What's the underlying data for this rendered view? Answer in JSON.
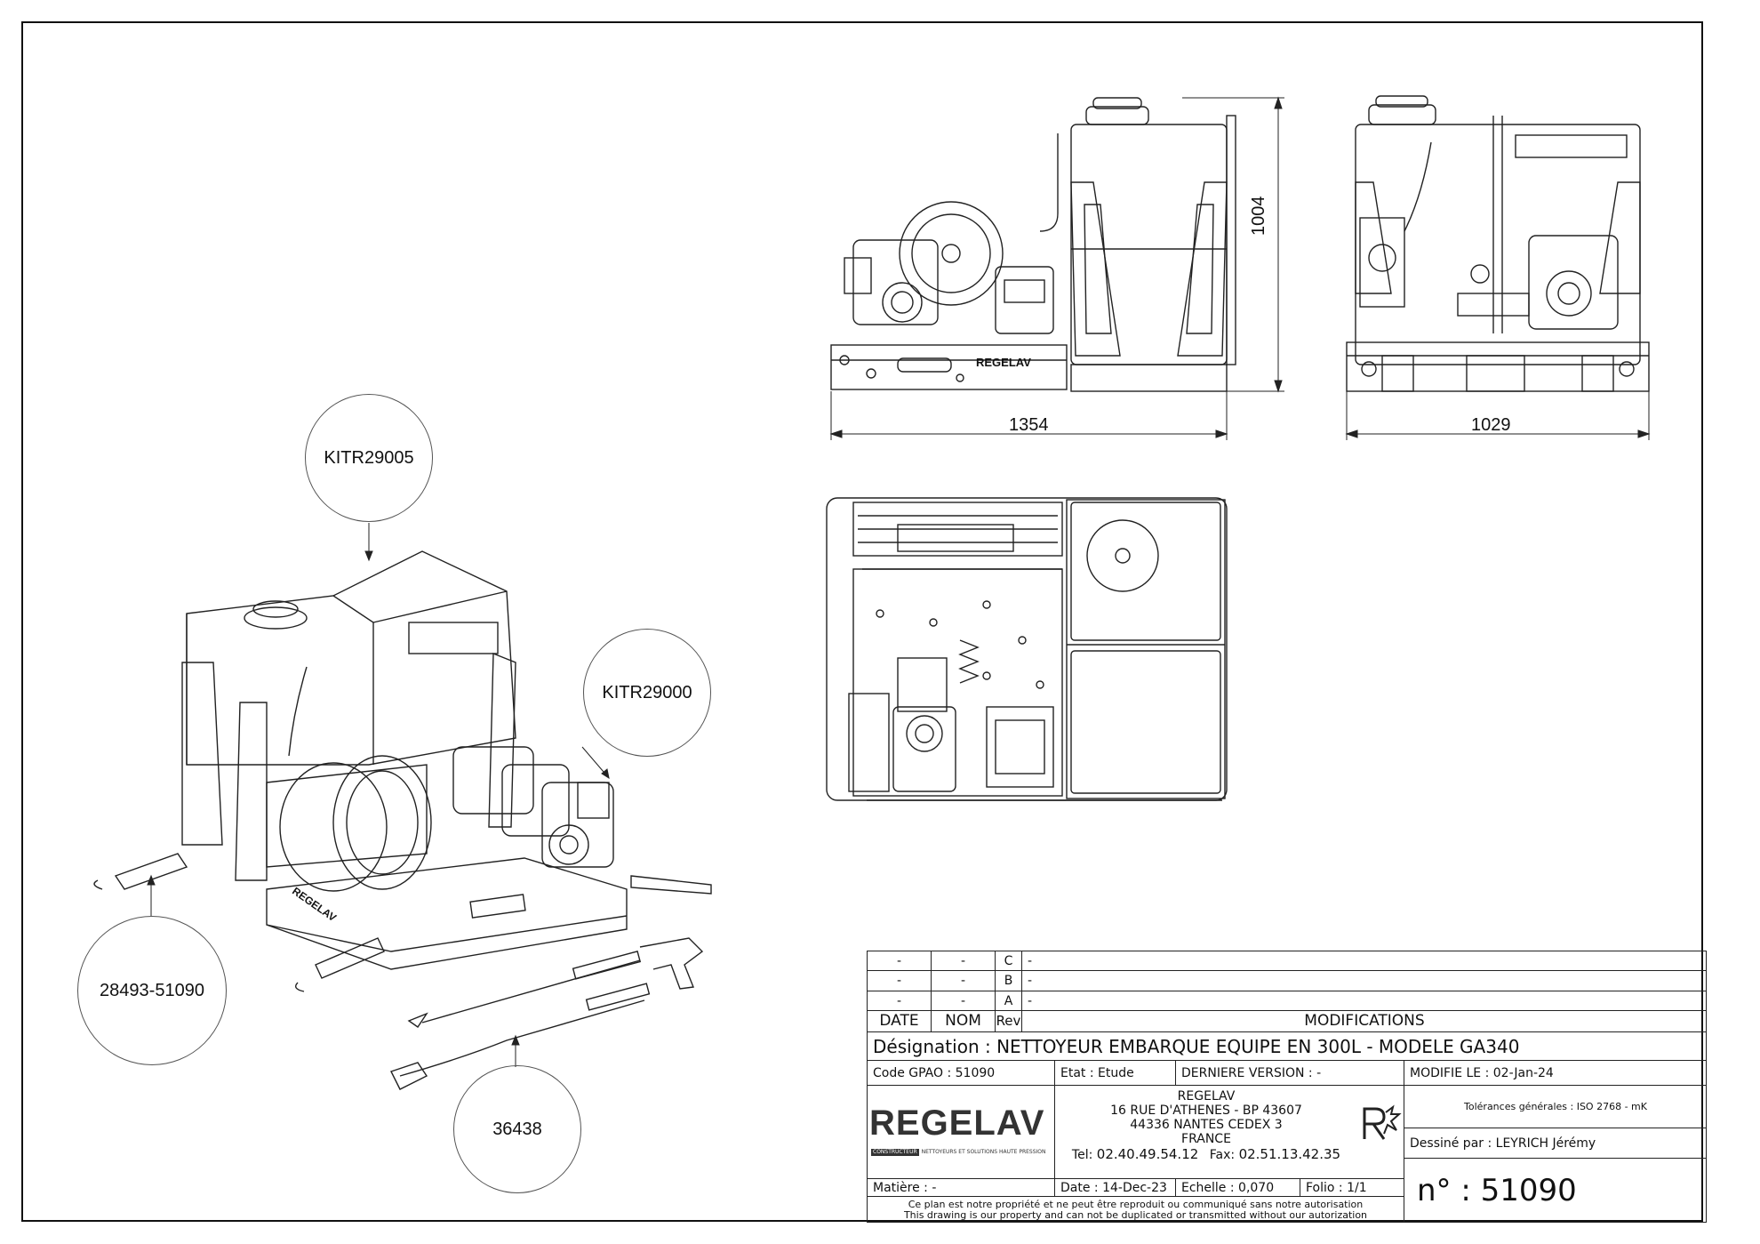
{
  "callouts": [
    {
      "id": "kitr29005",
      "label": "KITR29005"
    },
    {
      "id": "kitr29000",
      "label": "KITR29000"
    },
    {
      "id": "part28493",
      "label": "28493-51090"
    },
    {
      "id": "part36438",
      "label": "36438"
    }
  ],
  "dimensions": {
    "side_length": "1354",
    "height": "1004",
    "front_width": "1029"
  },
  "machine_brand": "REGELAV",
  "title_block": {
    "revisions": [
      {
        "date": "-",
        "nom": "-",
        "rev": "C",
        "text": "-"
      },
      {
        "date": "-",
        "nom": "-",
        "rev": "B",
        "text": "-"
      },
      {
        "date": "-",
        "nom": "-",
        "rev": "A",
        "text": "-"
      }
    ],
    "header_date": "DATE",
    "header_nom": "NOM",
    "header_rev": "Rev",
    "header_modifications": "MODIFICATIONS",
    "designation": "Désignation : NETTOYEUR EMBARQUE EQUIPE EN 300L - MODELE GA340",
    "code_gpao": "Code GPAO : 51090",
    "etat": "Etat : Etude",
    "derniere_version": "DERNIERE VERSION : -",
    "modifie_le": "MODIFIE LE : 02-Jan-24",
    "logo": "REGELAV",
    "logo_tag": "CONSTRUCTEUR",
    "logo_sub": "NETTOYEURS ET SOLUTIONS HAUTE PRESSION",
    "company_lines": [
      "REGELAV",
      "16 RUE D'ATHENES - BP 43607",
      "44336 NANTES CEDEX 3",
      "FRANCE"
    ],
    "tel": "Tel:",
    "tel_number": "02.40.49.54.12",
    "fax": "Fax:",
    "fax_number": "02.51.13.42.35",
    "tolerances": "Tolérances générales : ISO 2768 - mK",
    "dessine_par": "Dessiné par : LEYRICH Jérémy",
    "matiere": "Matière : -",
    "date": "Date : 14-Dec-23",
    "echelle": "Echelle : 0,070",
    "folio": "Folio : 1/1",
    "numero": "n° : 51090",
    "notice_fr": "Ce plan est notre propriété et ne peut être reproduit ou communiqué sans notre autorisation",
    "notice_en": "This drawing is our property and can not be duplicated or transmitted without our autorization"
  }
}
